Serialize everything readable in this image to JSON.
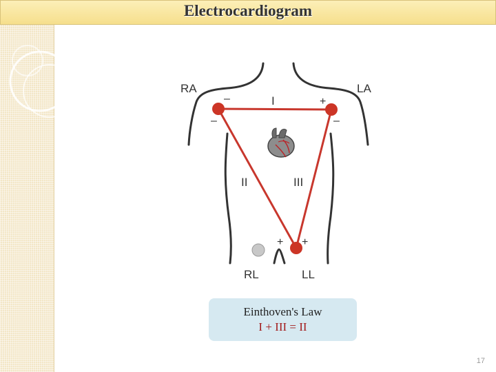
{
  "title": "Electrocardiogram",
  "diagram": {
    "labels": {
      "ra": "RA",
      "la": "LA",
      "rl": "RL",
      "ll": "LL",
      "lead_i": "I",
      "lead_ii": "II",
      "lead_iii": "III"
    },
    "signs": {
      "ra_top": "–",
      "ra_bottom": "–",
      "la_top": "+",
      "la_bottom": "–",
      "ll_left": "+",
      "ll_right": "+"
    },
    "colors": {
      "lead_line": "#c8372d",
      "electrode": "#cc3526",
      "ground": "#c8c8c8",
      "body_outline": "#333333"
    }
  },
  "law": {
    "title": "Einthoven's Law",
    "equation": "I + III = II"
  },
  "page_number": "17"
}
